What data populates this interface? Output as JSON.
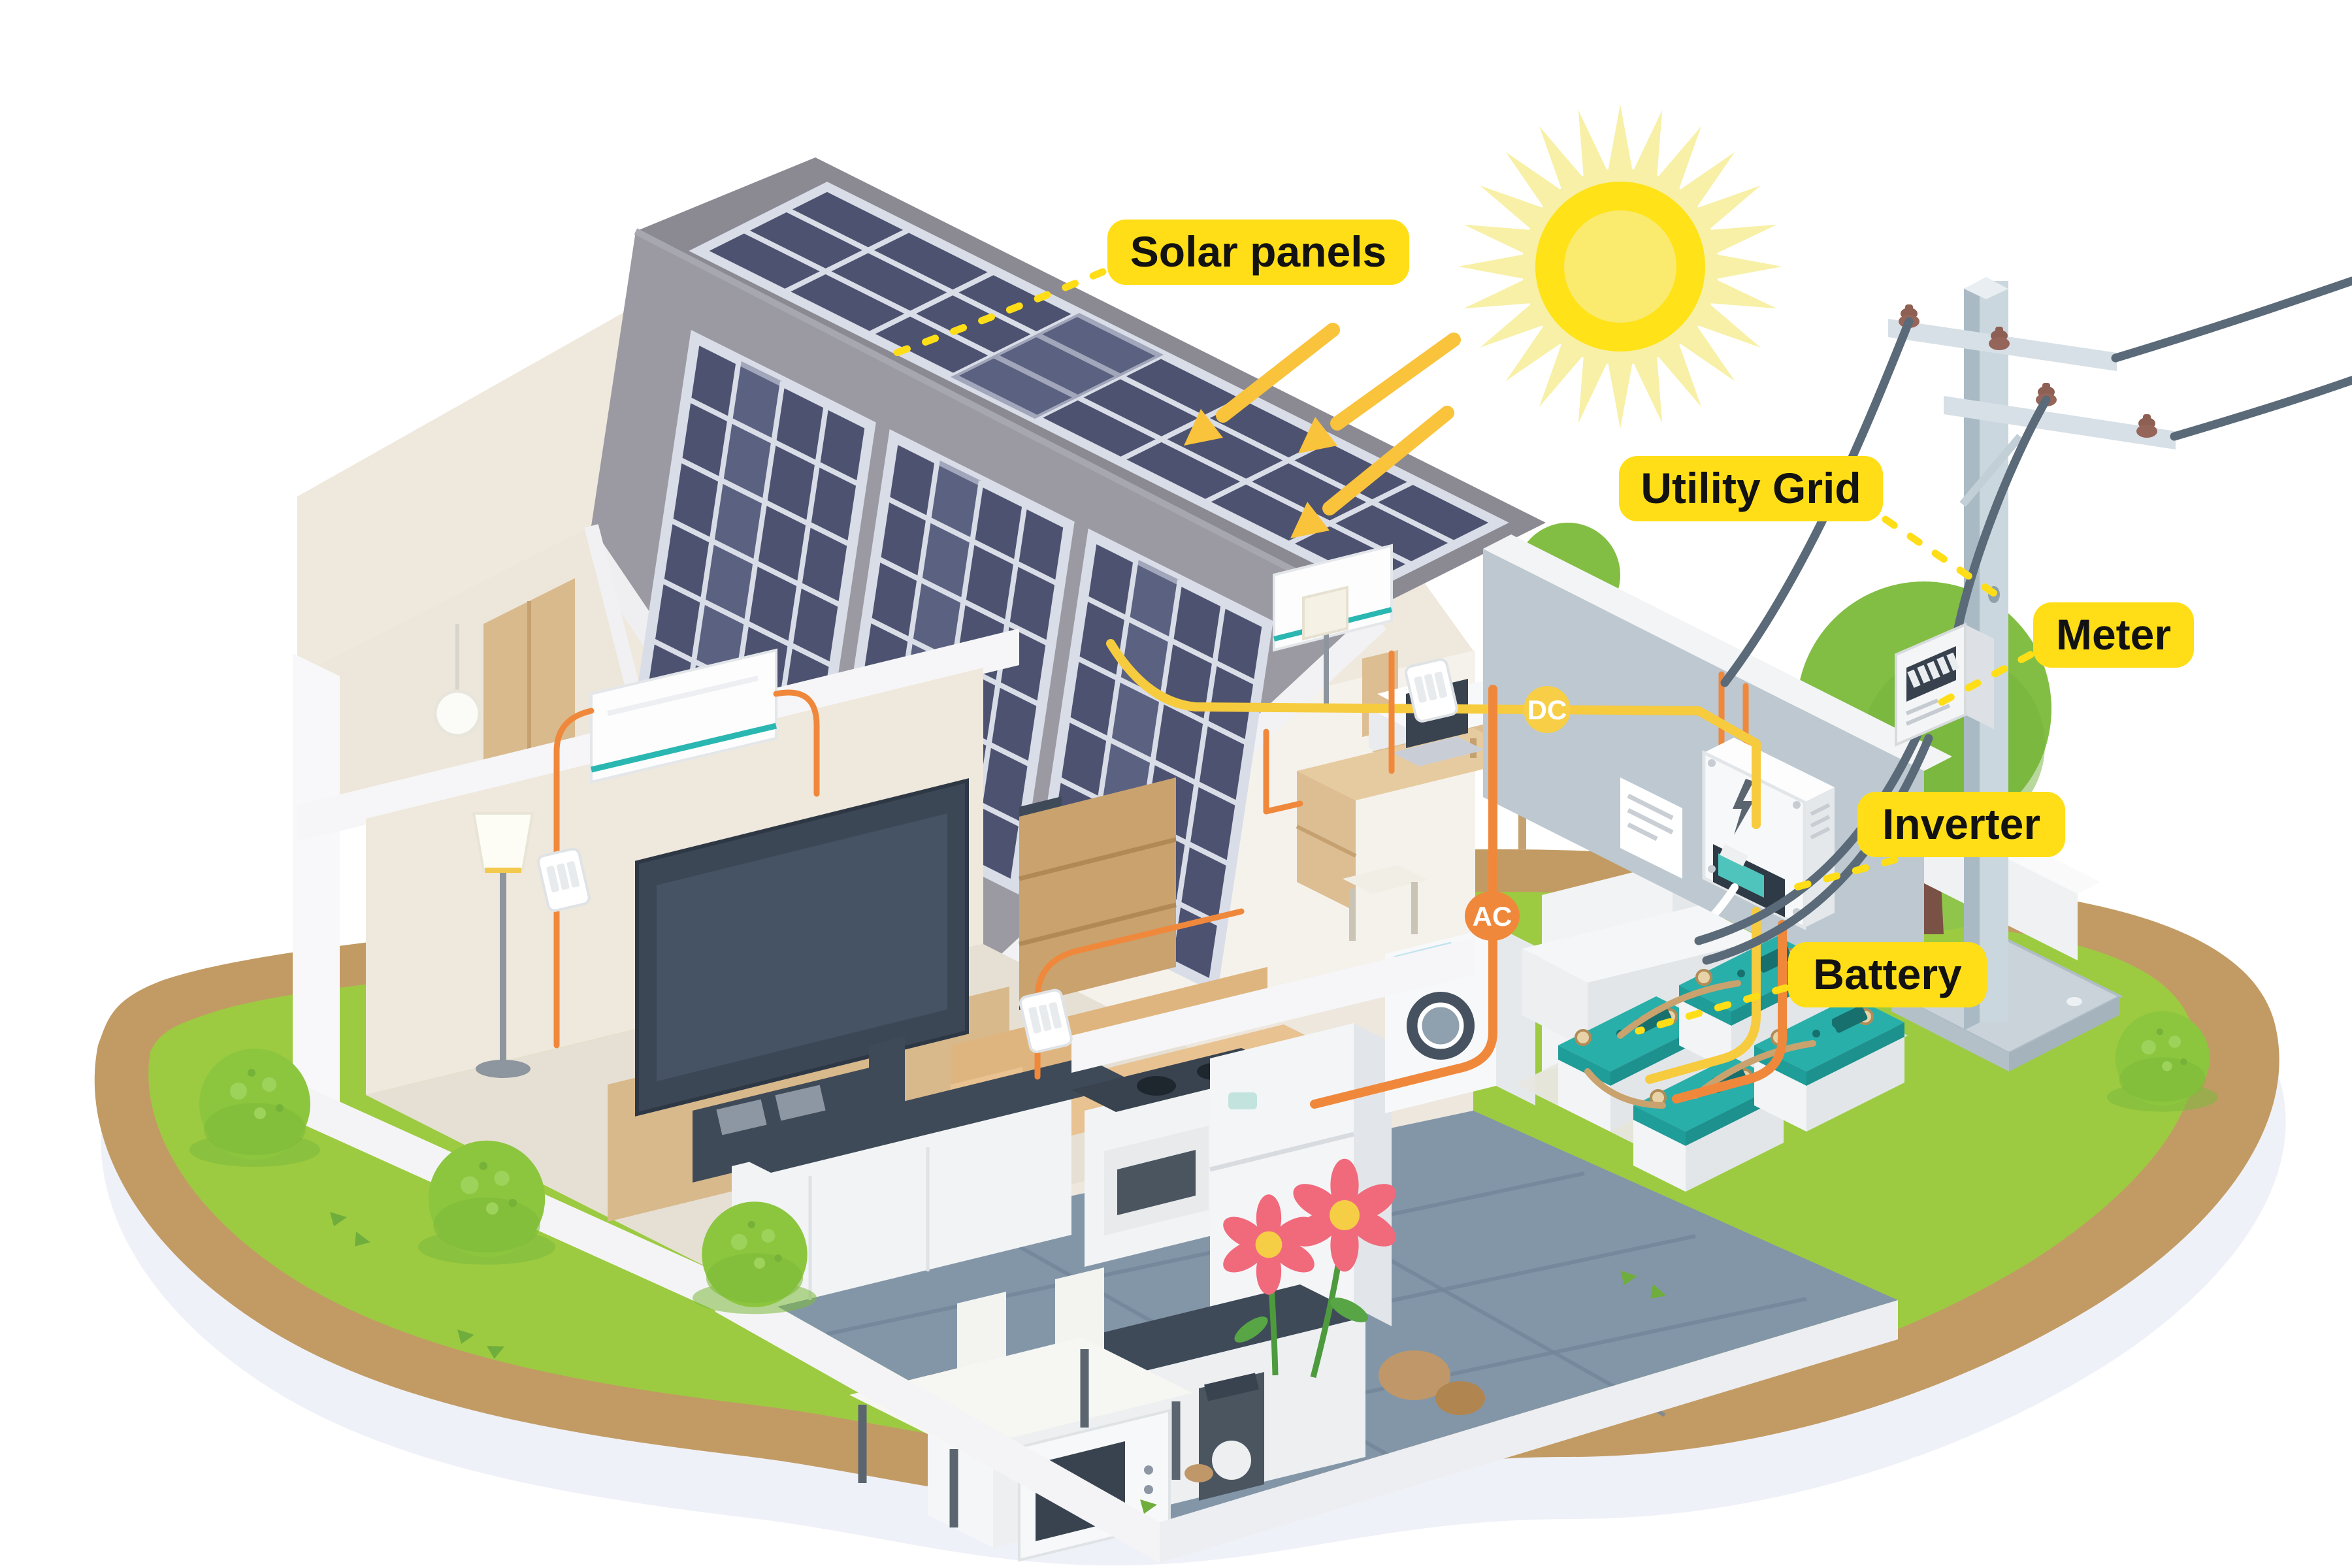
{
  "labels": {
    "solar_panels": "Solar panels",
    "utility_grid": "Utility Grid",
    "meter": "Meter",
    "inverter": "Inverter",
    "battery": "Battery"
  },
  "badges": {
    "dc": "DC",
    "ac": "AC"
  },
  "colors": {
    "label_bg": "#FFDE17",
    "label_text": "#121212",
    "leader": "#FFDE17",
    "dc_wire": "#F7CB3E",
    "dc_badge": "#F7CE46",
    "ac_wire": "#F0883C",
    "ac_badge": "#F0883C",
    "sun_rays": "#F7F0A6",
    "sun_core": "#FFE217",
    "sun_inner": "#FAEA6E",
    "arrow": "#F9C33C",
    "panel_cell": "#4D5270",
    "panel_frame": "#D9DDE7",
    "roof_near": "#9B9AA2",
    "roof_far": "#8B8A93",
    "grass": "#9CCB41",
    "dirt": "#C29B64",
    "ground_shadow": "#EFF1F8",
    "bush": "#8CC63F",
    "tree": "#82BE44",
    "pole": "#CBD7DE",
    "cable": "#5A6A78",
    "insulator": "#8E5F53",
    "battery_top": "#28AFAA",
    "wall_gray": "#BDC8D0",
    "wood": "#D8B98C",
    "sofa": "#E8C291",
    "teal_accent": "#2BB7B1"
  }
}
